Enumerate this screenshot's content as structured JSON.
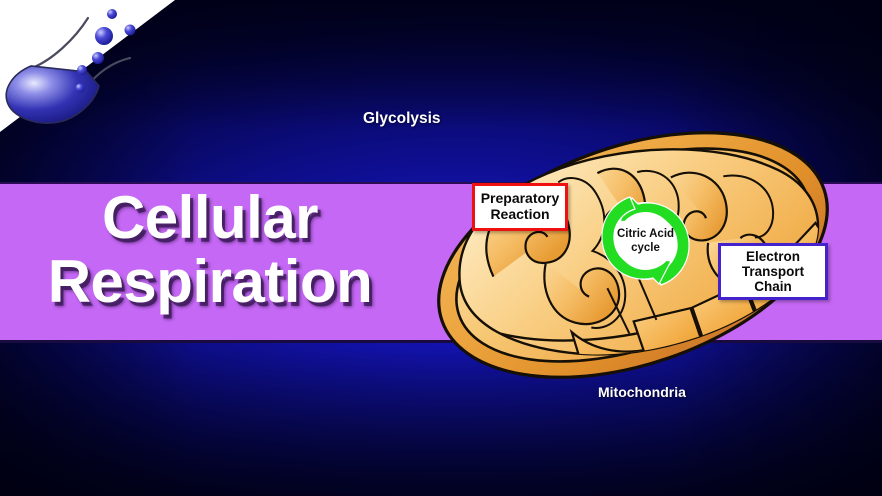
{
  "slide": {
    "title_line1": "Cellular",
    "title_line2": "Respiration",
    "background_color_center": "#1717c9",
    "background_color_edge": "#010122",
    "band_color": "#c568f5"
  },
  "logo": {
    "name": "flask-logo",
    "flask_fill": "#1a1aa8",
    "corner_fill": "#ffffff"
  },
  "diagram": {
    "organelle_label": "Mitochondria",
    "outer_label": "Glycolysis",
    "membrane_color": "#e8a23a",
    "matrix_color": "#f6c26a",
    "outline_color": "#1a1208",
    "callouts": [
      {
        "id": "preparatory-reaction",
        "line1": "Preparatory",
        "line2": "Reaction",
        "border_color": "#ee1111"
      },
      {
        "id": "electron-transport-chain",
        "line1": "Electron",
        "line2": "Transport",
        "line3": "Chain",
        "border_color": "#4422cc"
      }
    ],
    "cycle": {
      "id": "citric-acid-cycle",
      "line1": "Citric Acid",
      "line2": "cycle",
      "arrow_color": "#22dd22",
      "center_fill": "#ffffff"
    }
  }
}
